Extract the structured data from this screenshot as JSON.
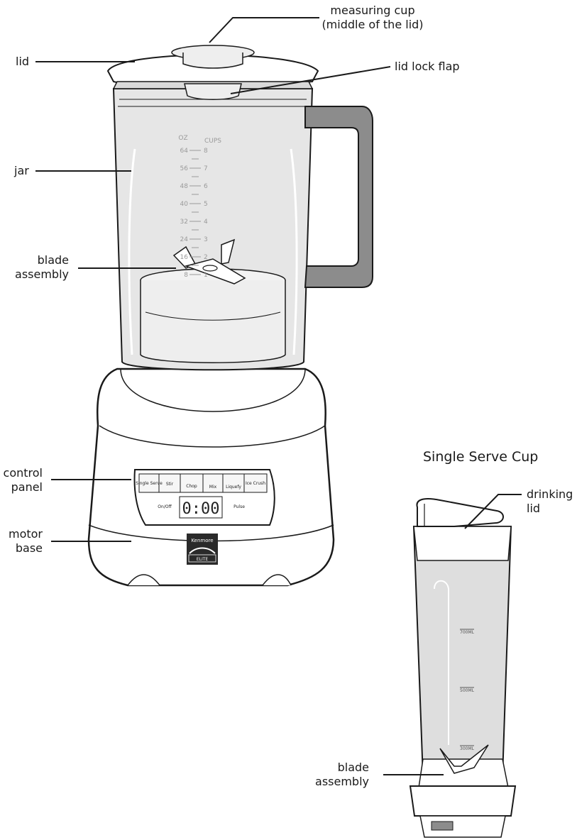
{
  "labels": {
    "measuring_cup_line1": "measuring cup",
    "measuring_cup_line2": "(middle of the lid)",
    "lid": "lid",
    "lid_lock_flap": "lid lock flap",
    "jar": "jar",
    "blade_assembly_line1": "blade",
    "blade_assembly_line2": "assembly",
    "control_panel_line1": "control",
    "control_panel_line2": "panel",
    "motor_base_line1": "motor",
    "motor_base_line2": "base",
    "drinking_lid_line1": "drinking",
    "drinking_lid_line2": "lid",
    "cup_blade_assembly_line1": "blade",
    "cup_blade_assembly_line2": "assembly"
  },
  "single_serve_title": "Single Serve Cup",
  "jar_scale": {
    "oz_header": "OZ",
    "cups_header": "CUPS",
    "oz": [
      "64",
      "56",
      "48",
      "40",
      "32",
      "24",
      "16",
      "8"
    ],
    "cups": [
      "8",
      "7",
      "6",
      "5",
      "4",
      "3",
      "2",
      "1"
    ]
  },
  "control_panel": {
    "buttons": [
      "Single Serve",
      "Stir",
      "Chop",
      "Mix",
      "Liquefy",
      "Ice Crush"
    ],
    "on_off": "On/Off",
    "display": "0:00",
    "pulse": "Pulse"
  },
  "brand": {
    "name": "Kenmore",
    "sub": "ELITE"
  },
  "cup_scale": [
    "700ML",
    "500ML",
    "300ML"
  ],
  "colors": {
    "line": "#1a1a1a",
    "jar_fill": "#e6e6e6",
    "handle_fill": "#8c8c8c",
    "base_fill": "#ffffff"
  }
}
